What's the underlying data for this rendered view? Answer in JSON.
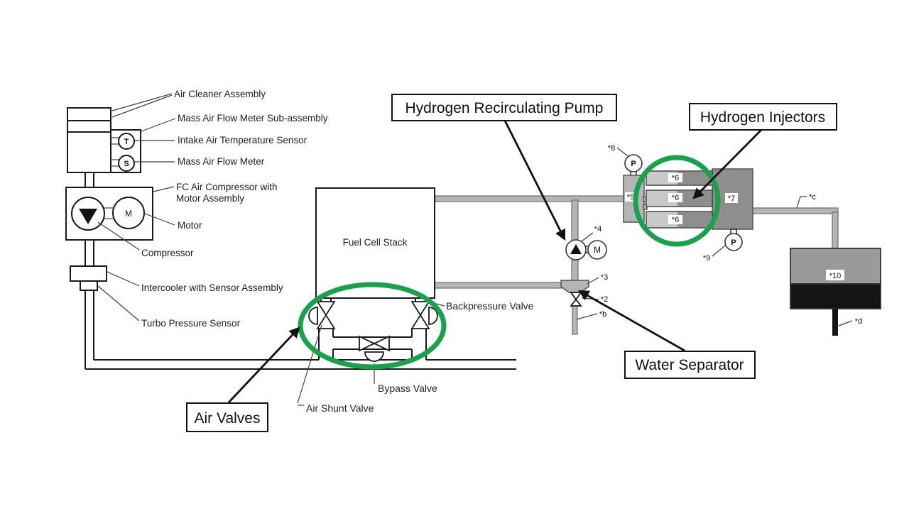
{
  "labels": {
    "air_cleaner": "Air Cleaner Assembly",
    "maf_sub": "Mass Air Flow Meter Sub-assembly",
    "intake_temp": "Intake Air Temperature Sensor",
    "maf": "Mass Air Flow Meter",
    "compressor_line1": "FC Air Compressor with",
    "compressor_line2": "Motor Assembly",
    "motor": "Motor",
    "compressor": "Compressor",
    "intercooler": "Intercooler with Sensor Assembly",
    "turbo": "Turbo Pressure Sensor",
    "stack": "Fuel Cell Stack",
    "backpressure": "Backpressure Valve",
    "bypass": "Bypass Valve",
    "air_shunt": "Air Shunt Valve"
  },
  "callouts": {
    "recirc_pump": "Hydrogen Recirculating Pump",
    "injectors": "Hydrogen Injectors",
    "water_separator": "Water Separator",
    "air_valves": "Air Valves"
  },
  "refs": {
    "r2": "*2",
    "r3": "*3",
    "r4": "*4",
    "r5": "*5",
    "r6": "*6",
    "r7": "*7",
    "r8": "*8",
    "r9": "*9",
    "r10": "*10",
    "rb": "*b",
    "rc": "*c",
    "rd": "*d"
  },
  "glyphs": {
    "temp_sensor": "T",
    "flow_sensor": "S",
    "motor": "M",
    "pressure": "P"
  },
  "colors": {
    "highlight": "#17a24b",
    "pipe_gray": "#b5b5b5",
    "assembly_dark": "#8e8e8e",
    "injector_light": "#c9c9c9",
    "tank_top": "#9a9a9a",
    "tank_bottom": "#141414"
  }
}
